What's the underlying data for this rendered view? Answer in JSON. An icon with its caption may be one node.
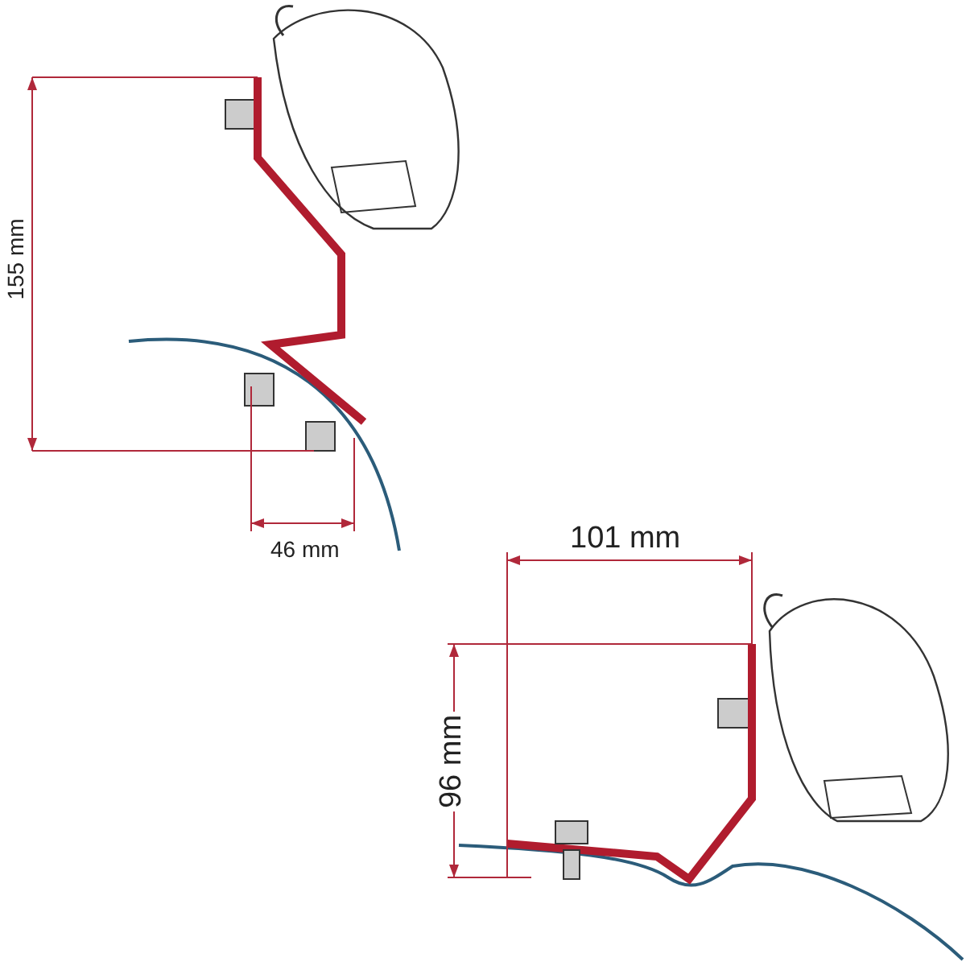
{
  "diagram": {
    "labels": [
      "155 mm",
      "46 mm",
      "101 mm",
      "96 mm"
    ]
  }
}
